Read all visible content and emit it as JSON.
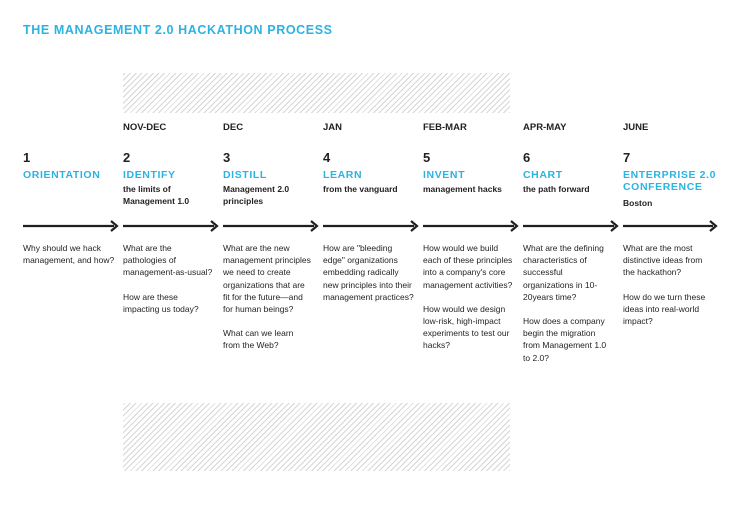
{
  "title": "THE MANAGEMENT 2.0 HACKATHON PROCESS",
  "colors": {
    "accent": "#2bb3e3",
    "text": "#231f20",
    "hatch": "#d6d6d6"
  },
  "steps": [
    {
      "date": "",
      "number": "1",
      "name": "ORIENTATION",
      "subtitle": "",
      "questions": [
        "Why should we hack management, and how?"
      ]
    },
    {
      "date": "NOV-DEC",
      "number": "2",
      "name": "IDENTIFY",
      "subtitle": "the limits of Management 1.0",
      "questions": [
        "What are the pathologies of management-as-usual?",
        "How are these impacting us today?"
      ]
    },
    {
      "date": "DEC",
      "number": "3",
      "name": "DISTILL",
      "subtitle": "Management 2.0 principles",
      "questions": [
        "What are the new management principles we need to create organizations that are fit for the future—and for human beings?",
        "What can we learn from the Web?"
      ]
    },
    {
      "date": "JAN",
      "number": "4",
      "name": "LEARN",
      "subtitle": "from the vanguard",
      "questions": [
        "How are \"bleeding edge\" organizations embedding radically new principles into their management practices?"
      ]
    },
    {
      "date": "FEB-MAR",
      "number": "5",
      "name": "INVENT",
      "subtitle": "management hacks",
      "questions": [
        "How would we build each of these principles into a company's core management activities?",
        "How would we design low-risk, high-impact experiments to test our hacks?"
      ]
    },
    {
      "date": "APR-MAY",
      "number": "6",
      "name": "CHART",
      "subtitle": "the path forward",
      "questions": [
        "What are the defining characteristics of successful organizations in 10-20years time?",
        "How does a company begin the migration from Management 1.0 to 2.0?"
      ]
    },
    {
      "date": "JUNE",
      "number": "7",
      "name": "ENTERPRISE 2.0 CONFERENCE",
      "subtitle": "Boston",
      "questions": [
        "What are the most distinctive ideas from the hackathon?",
        "How do we turn these ideas into real-world impact?"
      ]
    }
  ]
}
